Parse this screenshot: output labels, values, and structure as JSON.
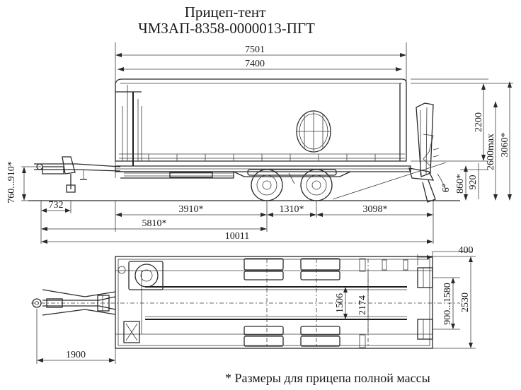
{
  "title": {
    "line1": "Прицеп-тент",
    "line2": "ЧМЗАП-8358-0000013-ПГТ"
  },
  "side_view": {
    "overall_length": "7501",
    "body_length": "7400",
    "drawbar_height": "760...910*",
    "drawbar_offset": "732",
    "front_to_axle1": "3910*",
    "axle_spacing": "1310*",
    "rear_overhang": "3098*",
    "hitch_to_axle1": "5810*",
    "total_length": "10011",
    "tent_height": "2200",
    "ramp_height": "2600max",
    "total_height": "3060*",
    "deck_height": "860*",
    "deck_height_2": "920",
    "ramp_angle": "6°"
  },
  "top_view": {
    "rear_depth": "400",
    "inner_width": "1506",
    "track_width": "2174",
    "ramp_spacing": "900...1580",
    "overall_width": "2530",
    "drawbar_length": "1900"
  },
  "note": "* Размеры для прицепа полной массы"
}
